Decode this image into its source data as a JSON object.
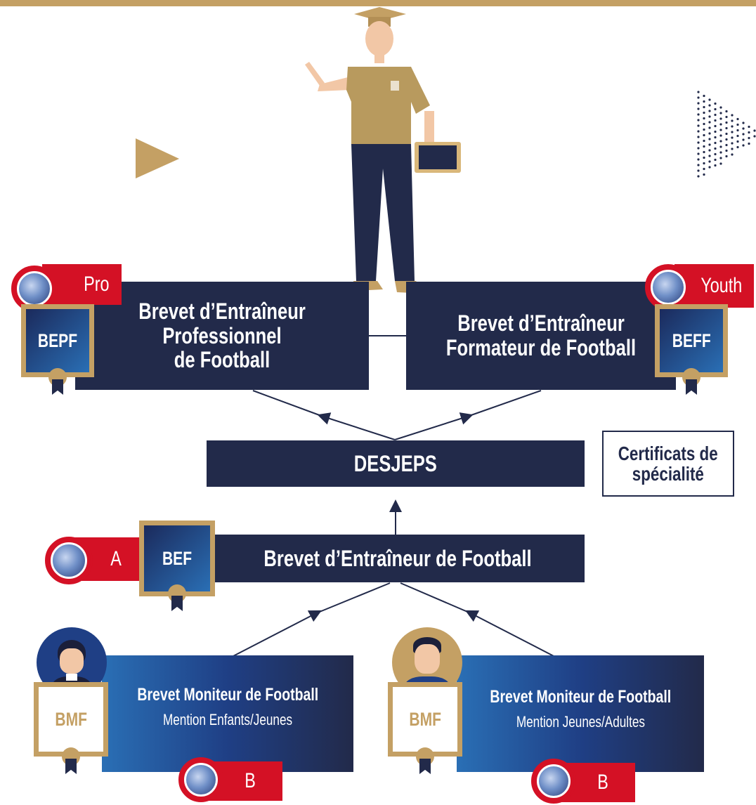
{
  "colors": {
    "navy": "#222a4a",
    "gold": "#c4a064",
    "red": "#d41125",
    "blue": "#2a6fb5"
  },
  "icons": [
    "play-triangle-icon",
    "dot-triangle-pattern-icon",
    "uefa-logo-icon",
    "certificate-seal-icon",
    "ribbon-icon",
    "coach-illustration",
    "avatar-child",
    "avatar-adult"
  ],
  "bepf": {
    "badge": "BEPF",
    "uefa_level": "Pro",
    "title_line1": "Brevet d’Entraîneur",
    "title_line2": "Professionnel",
    "title_line3": "de Football"
  },
  "beff": {
    "badge": "BEFF",
    "uefa_level": "Youth",
    "title_line1": "Brevet d’Entraîneur",
    "title_line2": "Formateur de Football"
  },
  "desjeps": {
    "label": "DESJEPS"
  },
  "certificats": {
    "line1": "Certificats de",
    "line2": "spécialité"
  },
  "bef": {
    "badge": "BEF",
    "uefa_level": "A",
    "title": "Brevet d’Entraîneur de Football"
  },
  "bmf_left": {
    "badge": "BMF",
    "uefa_level": "B",
    "title": "Brevet Moniteur de Football",
    "mention": "Mention Enfants/Jeunes"
  },
  "bmf_right": {
    "badge": "BMF",
    "uefa_level": "B",
    "title": "Brevet Moniteur de Football",
    "mention": "Mention Jeunes/Adultes"
  }
}
